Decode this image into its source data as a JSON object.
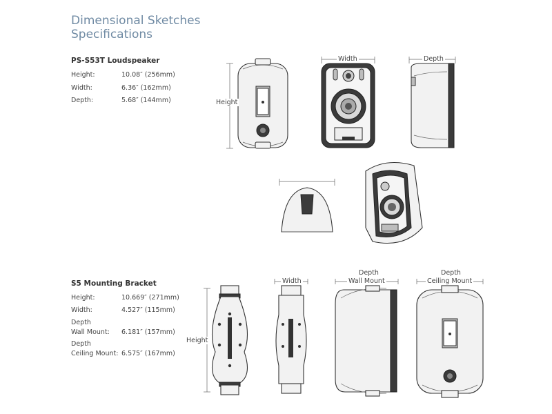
{
  "heading": {
    "line1": "Dimensional Sketches",
    "line2": "Specifications"
  },
  "loudspeaker": {
    "title": "PS-S53T Loudspeaker",
    "specs": [
      {
        "label": "Height:",
        "value": "10.08″ (256mm)"
      },
      {
        "label": "Width:",
        "value": "6.36″ (162mm)"
      },
      {
        "label": "Depth:",
        "value": "5.68″ (144mm)"
      }
    ],
    "dims": {
      "height": "Height",
      "width": "Width",
      "depth": "Depth"
    }
  },
  "bracket": {
    "title": "S5 Mounting Bracket",
    "specs": [
      {
        "label": "Height:",
        "value": "10.669″ (271mm)"
      },
      {
        "label": "Width:",
        "value": "4.527″ (115mm)"
      },
      {
        "label_line1": "Depth",
        "label_line2": "Wall Mount:",
        "value": "6.181″ (157mm)"
      },
      {
        "label_line1": "Depth",
        "label_line2": "Ceiling Mount:",
        "value": "6.575″ (167mm)"
      }
    ],
    "dims": {
      "height": "Height",
      "width": "Width",
      "depth_wall_1": "Depth",
      "depth_wall_2": "Wall Mount",
      "depth_ceiling_1": "Depth",
      "depth_ceiling_2": "Ceiling Mount"
    }
  }
}
